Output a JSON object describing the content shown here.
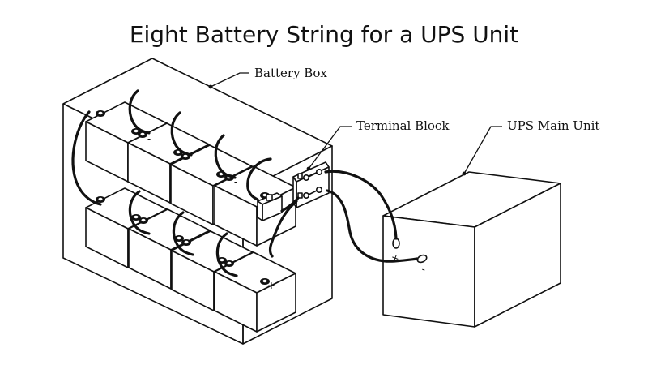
{
  "title": "Eight Battery String for a UPS Unit",
  "labels": {
    "battery_box": "Battery Box",
    "terminal_block": "Terminal Block",
    "ups_main_unit": "UPS Main Unit"
  },
  "signs": {
    "positive": "+",
    "negative": "−",
    "negative_short": "-"
  },
  "colors": {
    "line": "#111111",
    "background": "#ffffff"
  }
}
